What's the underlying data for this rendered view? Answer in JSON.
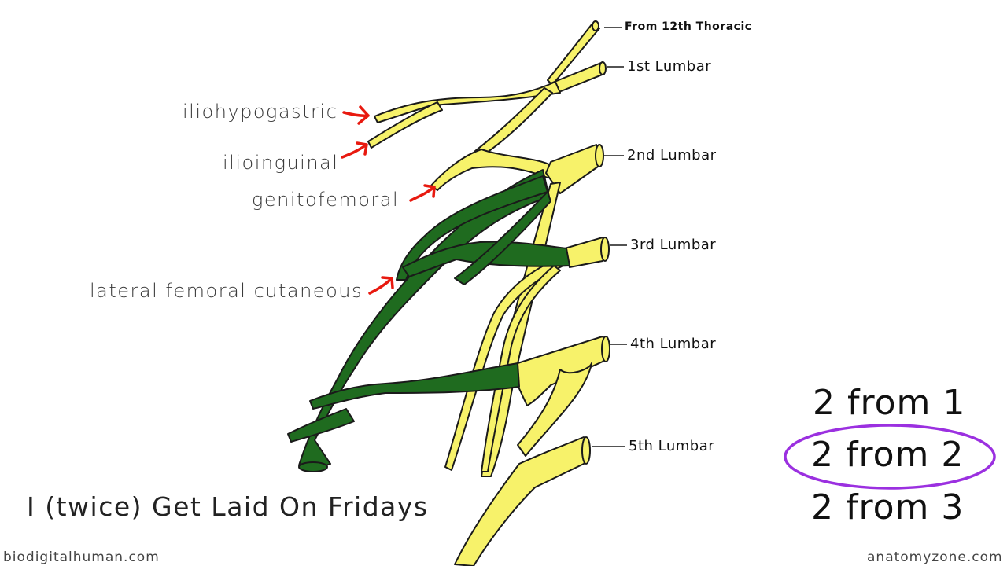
{
  "roots": {
    "t12": "From 12th Thoracic",
    "l1": "1st Lumbar",
    "l2": "2nd Lumbar",
    "l3": "3rd Lumbar",
    "l4": "4th Lumbar",
    "l5": "5th Lumbar"
  },
  "nerves": {
    "iliohypogastric": "iliohypogastric",
    "ilioinguinal": "ilioinguinal",
    "genitofemoral": "genitofemoral",
    "lateral_femoral_cutaneous": "lateral femoral cutaneous"
  },
  "mnemonic": "I (twice) Get Laid On Fridays",
  "counts": [
    "2 from 1",
    "2 from 2",
    "2 from 3"
  ],
  "highlighted_count_index": 1,
  "credits": {
    "left": "biodigitalhuman.com",
    "right": "anatomyzone.com"
  },
  "colors": {
    "nerve_yellow": "#f7f26a",
    "highlight_green": "#1f6b1f",
    "outline": "#1a1a1a",
    "arrow_red": "#e8190f",
    "circle_purple": "#9b30e0"
  }
}
